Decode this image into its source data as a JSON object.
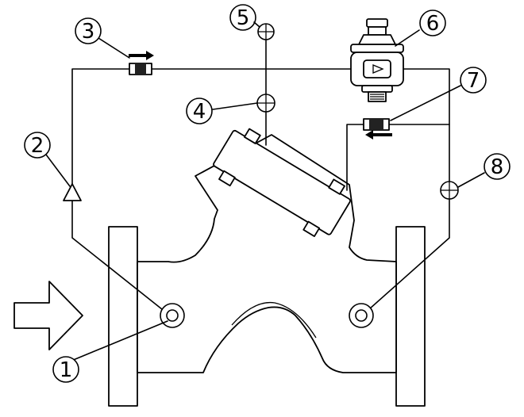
{
  "callouts": [
    {
      "id": "1",
      "label": "1"
    },
    {
      "id": "2",
      "label": "2"
    },
    {
      "id": "3",
      "label": "3"
    },
    {
      "id": "4",
      "label": "4"
    },
    {
      "id": "5",
      "label": "5"
    },
    {
      "id": "6",
      "label": "6"
    },
    {
      "id": "7",
      "label": "7"
    },
    {
      "id": "8",
      "label": "8"
    }
  ],
  "colors": {
    "line": "#000000",
    "background": "#ffffff",
    "filter_band": "#222222"
  }
}
